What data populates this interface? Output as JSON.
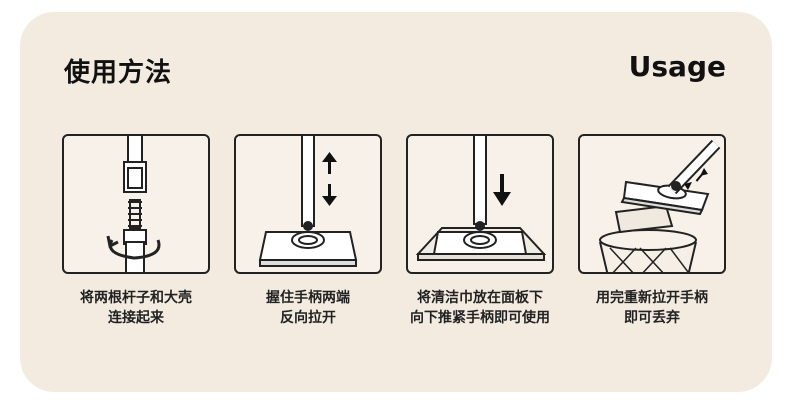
{
  "header": {
    "title_cn": "使用方法",
    "title_en": "Usage"
  },
  "steps": [
    {
      "icon": "connect-rods-icon",
      "line1": "将两根杆子和大壳",
      "line2": "连接起来"
    },
    {
      "icon": "adjust-handle-icon",
      "line1": "握住手柄两端",
      "line2": "反向拉开"
    },
    {
      "icon": "place-wipe-icon",
      "line1": "将清洁巾放在面板下",
      "line2": "向下推紧手柄即可使用"
    },
    {
      "icon": "discard-wipe-icon",
      "line1": "用完重新拉开手柄",
      "line2": "即可丢弃"
    }
  ]
}
